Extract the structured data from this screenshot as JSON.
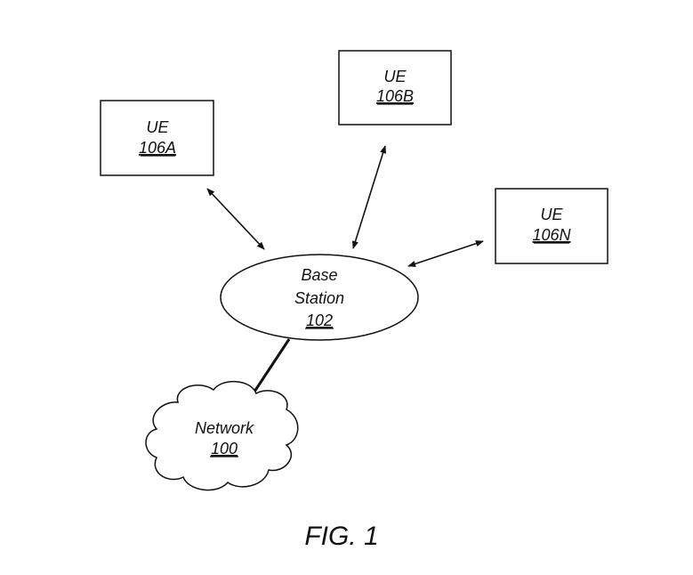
{
  "nodes": {
    "ue_a": {
      "label": "UE",
      "ref": "106A"
    },
    "ue_b": {
      "label": "UE",
      "ref": "106B"
    },
    "ue_n": {
      "label": "UE",
      "ref": "106N"
    },
    "base_station": {
      "label_line1": "Base",
      "label_line2": "Station",
      "ref": "102"
    },
    "network": {
      "label": "Network",
      "ref": "100"
    }
  },
  "figure": {
    "caption": "FIG. 1"
  },
  "colors": {
    "line": "#111111",
    "background": "#ffffff"
  }
}
